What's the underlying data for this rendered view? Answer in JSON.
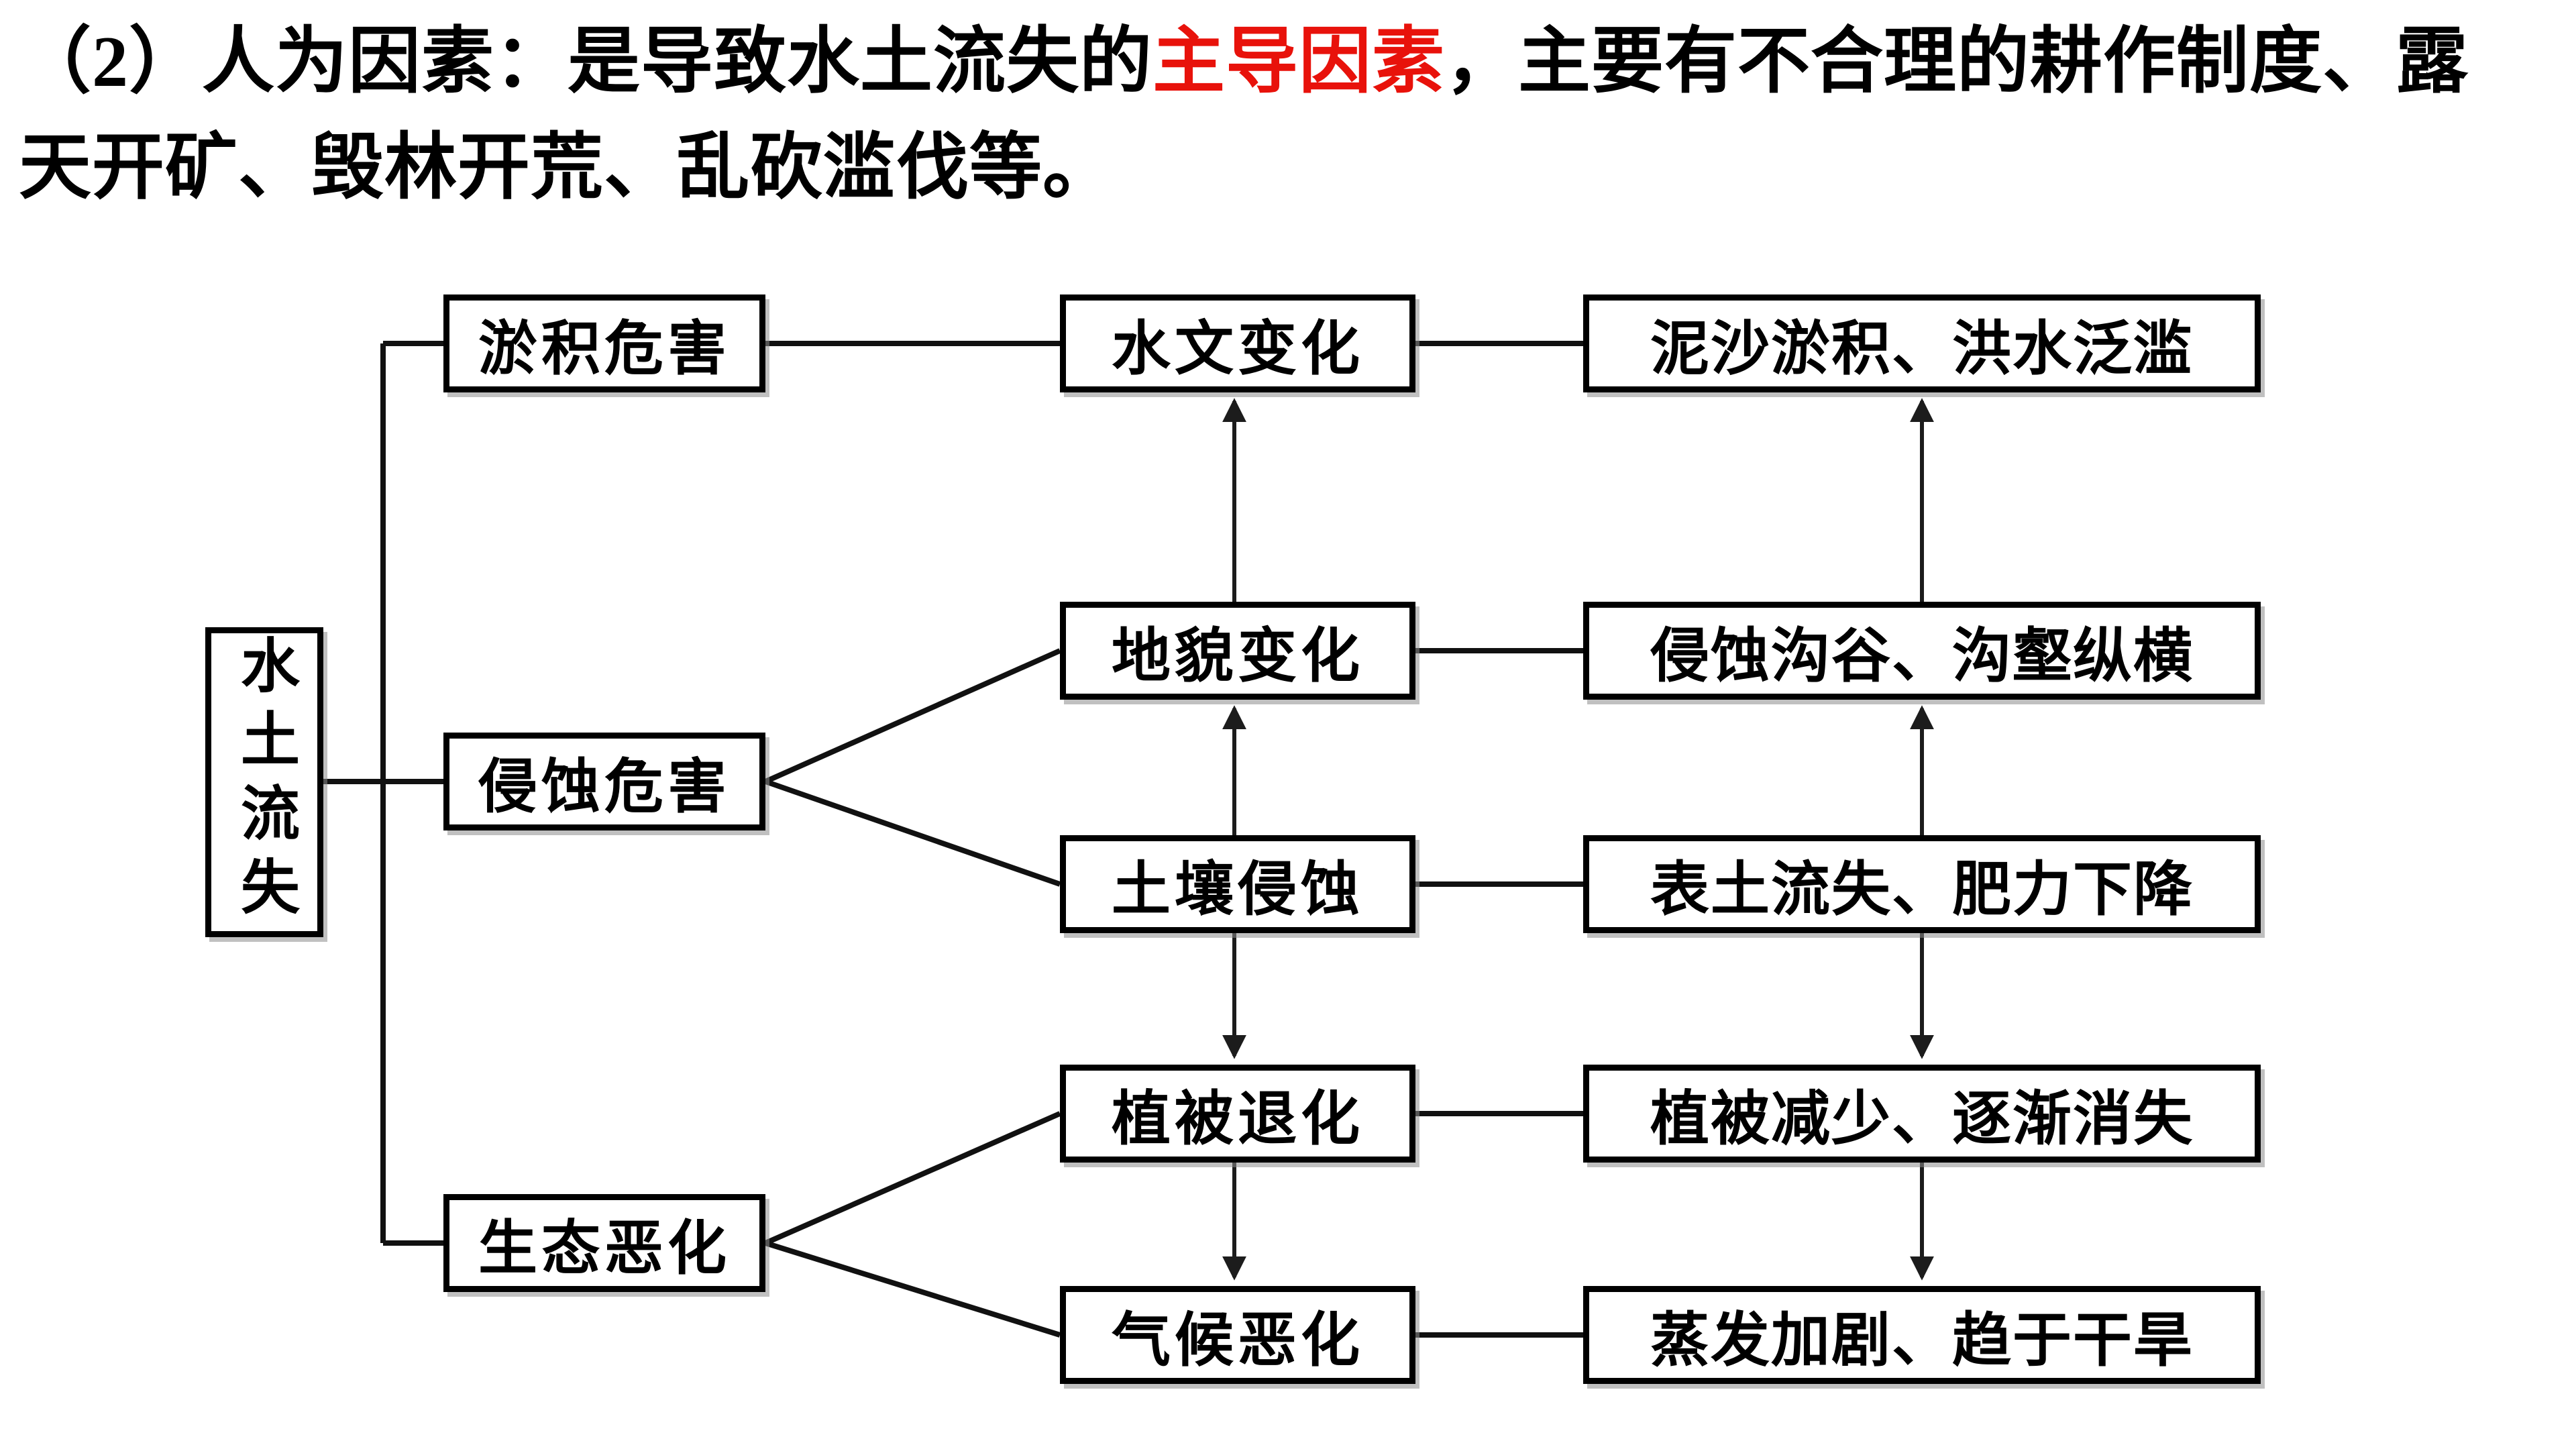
{
  "paragraph": {
    "line1_before": "（2）人为因素：是导致水土流失的",
    "line1_highlight": "主导因素",
    "line1_after": "，主要有不合理的耕作制度、露",
    "line2": "天开矿、毁林开荒、乱砍滥伐等。",
    "highlight_color": "#e8120b",
    "text_color": "#000000"
  },
  "diagram": {
    "root": {
      "label": "水土流失"
    },
    "categories": [
      {
        "label": "淤积危害"
      },
      {
        "label": "侵蚀危害"
      },
      {
        "label": "生态恶化"
      }
    ],
    "processes": [
      {
        "label": "水文变化"
      },
      {
        "label": "地貌变化"
      },
      {
        "label": "土壤侵蚀"
      },
      {
        "label": "植被退化"
      },
      {
        "label": "气候恶化"
      }
    ],
    "outcomes": [
      {
        "label": "泥沙淤积、洪水泛滥"
      },
      {
        "label": "侵蚀沟谷、沟壑纵横"
      },
      {
        "label": "表土流失、肥力下降"
      },
      {
        "label": "植被减少、逐渐消失"
      },
      {
        "label": "蒸发加剧、趋于干旱"
      }
    ],
    "edges": [
      {
        "from": "水土流失",
        "to": "淤积危害",
        "type": "line"
      },
      {
        "from": "水土流失",
        "to": "侵蚀危害",
        "type": "line"
      },
      {
        "from": "水土流失",
        "to": "生态恶化",
        "type": "line"
      },
      {
        "from": "淤积危害",
        "to": "水文变化",
        "type": "line"
      },
      {
        "from": "水文变化",
        "to": "泥沙淤积、洪水泛滥",
        "type": "line"
      },
      {
        "from": "侵蚀危害",
        "to": "地貌变化",
        "type": "line"
      },
      {
        "from": "侵蚀危害",
        "to": "土壤侵蚀",
        "type": "line"
      },
      {
        "from": "地貌变化",
        "to": "侵蚀沟谷、沟壑纵横",
        "type": "line"
      },
      {
        "from": "土壤侵蚀",
        "to": "表土流失、肥力下降",
        "type": "line"
      },
      {
        "from": "生态恶化",
        "to": "植被退化",
        "type": "line"
      },
      {
        "from": "生态恶化",
        "to": "气候恶化",
        "type": "line"
      },
      {
        "from": "植被退化",
        "to": "植被减少、逐渐消失",
        "type": "line"
      },
      {
        "from": "气候恶化",
        "to": "蒸发加剧、趋于干旱",
        "type": "line"
      },
      {
        "from": "地貌变化",
        "to": "水文变化",
        "type": "arrow-up"
      },
      {
        "from": "土壤侵蚀",
        "to": "地貌变化",
        "type": "arrow-up"
      },
      {
        "from": "土壤侵蚀",
        "to": "植被退化",
        "type": "arrow-down"
      },
      {
        "from": "植被退化",
        "to": "气候恶化",
        "type": "arrow-down"
      },
      {
        "from": "侵蚀沟谷、沟壑纵横",
        "to": "泥沙淤积、洪水泛滥",
        "type": "arrow-up"
      },
      {
        "from": "表土流失、肥力下降",
        "to": "侵蚀沟谷、沟壑纵横",
        "type": "arrow-up"
      },
      {
        "from": "表土流失、肥力下降",
        "to": "植被减少、逐渐消失",
        "type": "arrow-down"
      },
      {
        "from": "植被减少、逐渐消失",
        "to": "蒸发加剧、趋于干旱",
        "type": "arrow-down"
      }
    ]
  }
}
